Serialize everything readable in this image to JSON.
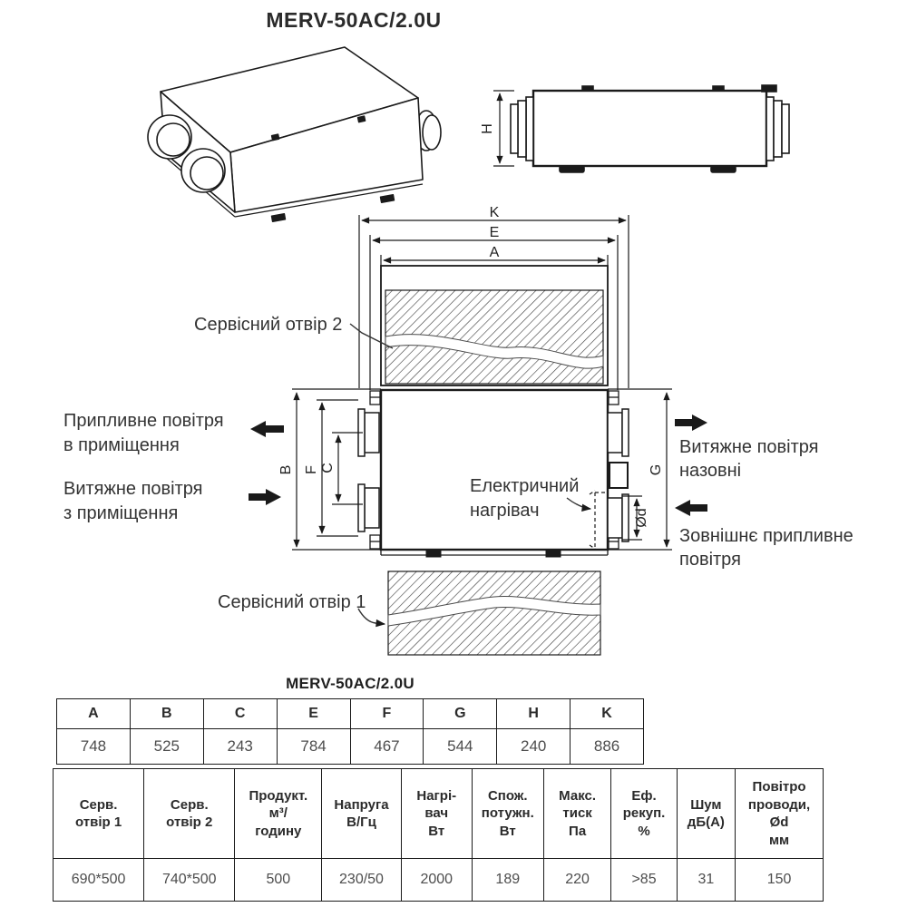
{
  "page_title": "MERV-50AC/2.0U",
  "table_title": "MERV-50AC/2.0U",
  "dim_labels": {
    "k": "K",
    "e": "E",
    "a": "A",
    "b": "B",
    "f": "F",
    "c": "C",
    "g": "G",
    "h": "H",
    "od": "Ød"
  },
  "annotations": {
    "service_opening_2": "Сервісний отвір 2",
    "service_opening_1": "Сервісний отвір 1",
    "supply_to_room_1": "Припливне повітря",
    "supply_to_room_2": "в приміщення",
    "exhaust_from_room_1": "Витяжне повітря",
    "exhaust_from_room_2": "з приміщення",
    "electric_heater_1": "Електричний",
    "electric_heater_2": "нагрівач",
    "exhaust_outside_1": "Витяжне повітря",
    "exhaust_outside_2": "назовні",
    "outdoor_supply_1": "Зовнішнє припливне",
    "outdoor_supply_2": "повітря"
  },
  "dimensions_table": {
    "headers": [
      "A",
      "B",
      "C",
      "E",
      "F",
      "G",
      "H",
      "K"
    ],
    "values": [
      "748",
      "525",
      "243",
      "784",
      "467",
      "544",
      "240",
      "886"
    ]
  },
  "spec_table": {
    "headers": [
      "Серв.\nотвір 1",
      "Серв.\nотвір 2",
      "Продукт.\nм³/\nгодину",
      "Напруга\nВ/Гц",
      "Нагрі-\nвач\nВт",
      "Спож.\nпотужн.\nВт",
      "Макс.\nтиск\nПа",
      "Еф.\nрекуп.\n%",
      "Шум\nдБ(А)",
      "Повітро\nпроводи,\nØd\nмм"
    ],
    "values": [
      "690*500",
      "740*500",
      "500",
      "230/50",
      "2000",
      "189",
      "220",
      ">85",
      "31",
      "150"
    ]
  },
  "colors": {
    "line": "#1a1a1a",
    "text": "#333333",
    "value_text": "#4d4d4d",
    "background": "#ffffff"
  }
}
